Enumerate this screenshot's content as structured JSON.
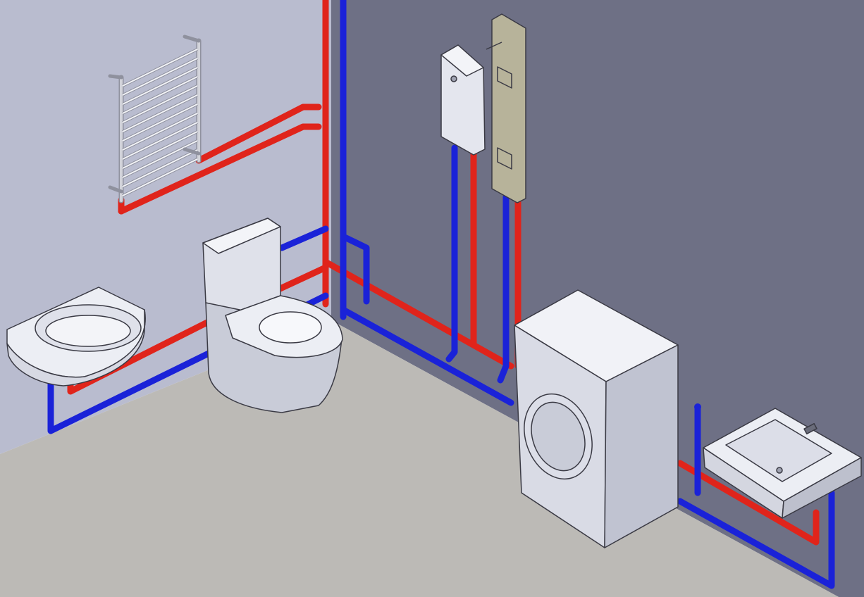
{
  "title": "",
  "colors": {
    "hot_pipe": "#e0241b",
    "cold_pipe": "#1a22d8",
    "left_wall": "#b9bccf",
    "right_wall": "#6e7085",
    "floor": "#bcbab6",
    "fixture_light": "#f3f4f8",
    "fixture_mid": "#d7d9e3",
    "fixture_dark": "#a9acba",
    "control_panel": "#b7b39a",
    "towel_rail": "#d2d3da"
  },
  "fixtures": [
    {
      "name": "towel-rail",
      "icon": "towel-radiator-icon"
    },
    {
      "name": "washbasin-left",
      "icon": "sink-icon"
    },
    {
      "name": "toilet",
      "icon": "toilet-icon"
    },
    {
      "name": "water-heater",
      "icon": "boiler-icon"
    },
    {
      "name": "shower-panel",
      "icon": "shower-panel-icon"
    },
    {
      "name": "washing-machine",
      "icon": "washing-machine-icon"
    },
    {
      "name": "washbasin-right",
      "icon": "sink-icon"
    }
  ],
  "pipes": [
    {
      "name": "hot-water-riser",
      "type": "hot"
    },
    {
      "name": "cold-water-riser",
      "type": "cold"
    }
  ]
}
